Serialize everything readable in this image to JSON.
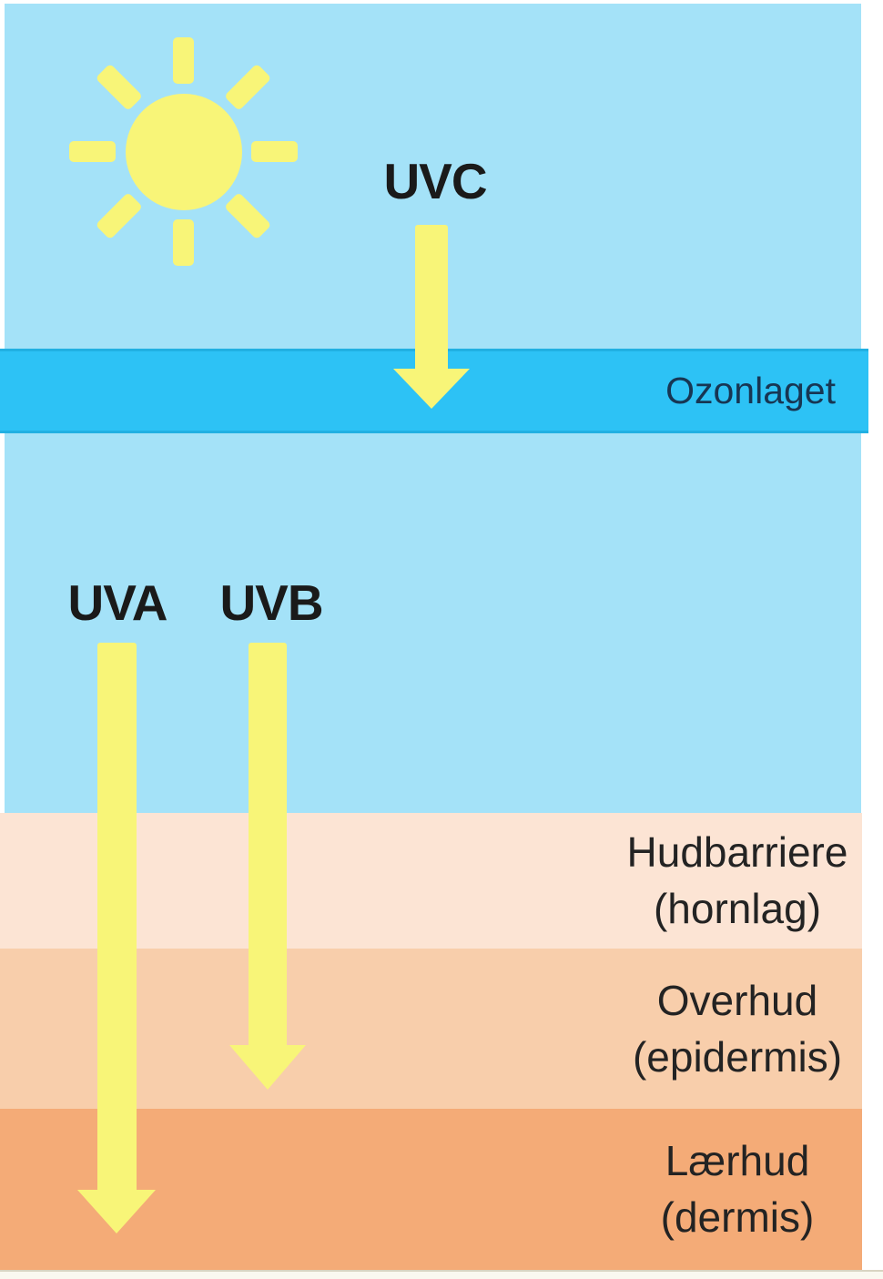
{
  "icons": {
    "sun": "sun-icon"
  },
  "rays": {
    "uvc": {
      "label": "UVC"
    },
    "uva": {
      "label": "UVA"
    },
    "uvb": {
      "label": "UVB"
    }
  },
  "layers": {
    "ozone": {
      "label": "Ozonlaget"
    },
    "skin_barrier": {
      "line1": "Hudbarriere",
      "line2": "(hornlag)"
    },
    "epidermis": {
      "line1": "Overhud",
      "line2": "(epidermis)"
    },
    "dermis": {
      "line1": "Lærhud",
      "line2": "(dermis)"
    }
  },
  "colors": {
    "page_bg": "#ffffff",
    "sky": "#a4e2f8",
    "ozone": "#2dc2f5",
    "ozone_edge": "#21b0e2",
    "ozone_text": "#173653",
    "skin_barrier": "#fce4d4",
    "epidermis": "#f8ceab",
    "dermis": "#f4ab77",
    "ray_yellow": "#f8f578",
    "label_black": "#1a1a1a",
    "label_dark": "#232323",
    "ground": "#faf8f0",
    "ground_edge": "#d9d4c2"
  }
}
